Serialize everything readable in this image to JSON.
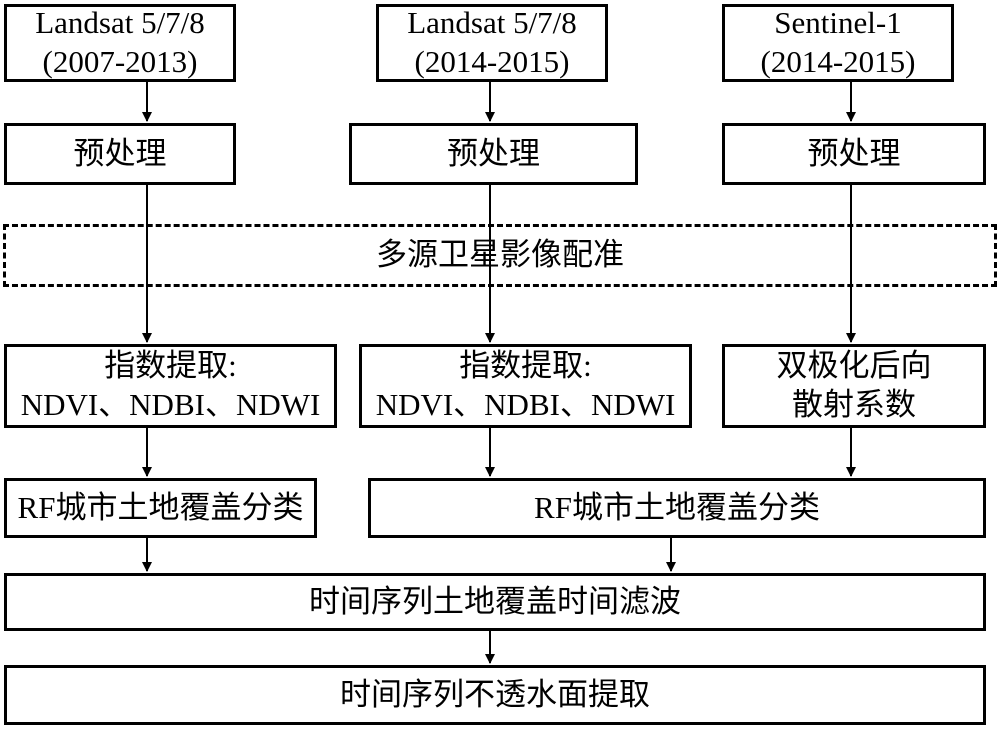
{
  "diagram": {
    "sources": [
      {
        "line1": "Landsat 5/7/8",
        "line2": "(2007-2013)"
      },
      {
        "line1": "Landsat 5/7/8",
        "line2": "(2014-2015)"
      },
      {
        "line1": "Sentinel-1",
        "line2": "(2014-2015)"
      }
    ],
    "preprocess": [
      "预处理",
      "预处理",
      "预处理"
    ],
    "registration": "多源卫星影像配准",
    "features": [
      {
        "line1": "指数提取:",
        "line2": "NDVI、NDBI、NDWI"
      },
      {
        "line1": "指数提取:",
        "line2": "NDVI、NDBI、NDWI"
      },
      {
        "line1": "双极化后向",
        "line2": "散射系数"
      }
    ],
    "classification": [
      "RF城市土地覆盖分类",
      "RF城市土地覆盖分类"
    ],
    "temporal_filter": "时间序列土地覆盖时间滤波",
    "output": "时间序列不透水面提取"
  }
}
